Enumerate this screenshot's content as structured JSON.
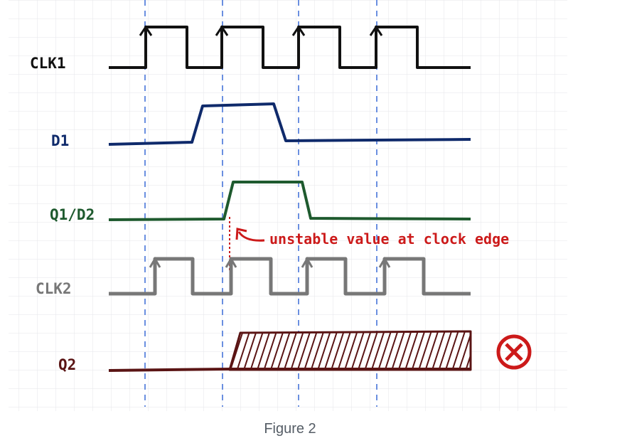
{
  "signals": [
    {
      "id": "clk1",
      "label": "CLK1",
      "color": "#111111",
      "icon": "clock-waveform"
    },
    {
      "id": "d1",
      "label": "D1",
      "color": "#0f2a6b",
      "icon": "data-waveform"
    },
    {
      "id": "q1d2",
      "label": "Q1/D2",
      "color": "#1e5a2e",
      "icon": "data-waveform"
    },
    {
      "id": "clk2",
      "label": "CLK2",
      "color": "#777777",
      "icon": "clock-waveform"
    },
    {
      "id": "q2",
      "label": "Q2",
      "color": "#5a1414",
      "icon": "metastable-waveform"
    }
  ],
  "annotation": {
    "text": "unstable value at clock edge",
    "color": "#cc1a1a"
  },
  "error_mark": {
    "icon": "error-x-circle-icon",
    "color": "#cc1a1a"
  },
  "guide_color": "#6a8fe0",
  "caption": "Figure 2"
}
